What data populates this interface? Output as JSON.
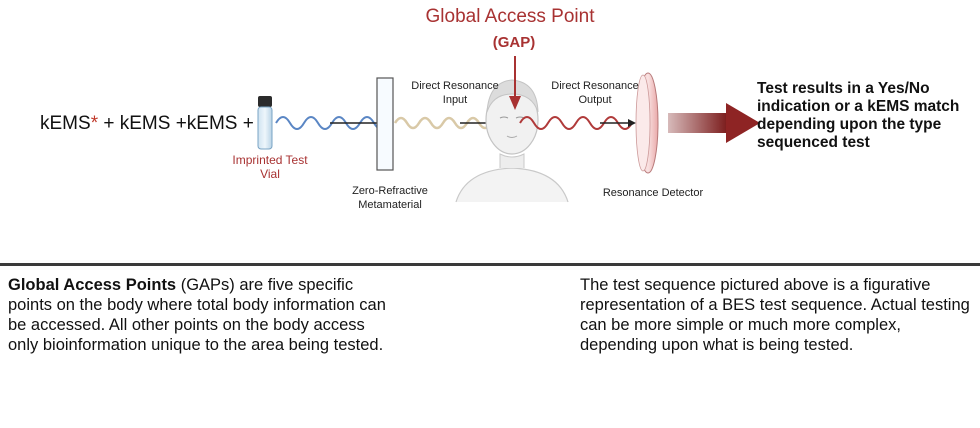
{
  "diagram": {
    "gap_title": "Global Access Point",
    "gap_abbr": "(GAP)",
    "formula_part1": "kEMS",
    "formula_star": "*",
    "formula_part2": " + kEMS +kEMS +",
    "vial_label_line1": "Imprinted Test",
    "vial_label_line2": "Vial",
    "metamaterial_line1": "Zero-Refractive",
    "metamaterial_line2": "Metamaterial",
    "dr_input_line1": "Direct Resonance",
    "dr_input_line2": "Input",
    "dr_output_line1": "Direct Resonance",
    "dr_output_line2": "Output",
    "detector_label": "Resonance Detector",
    "result_text": "Test results in a Yes/No indication or a kEMS match depending upon the type sequenced test",
    "colors": {
      "accent_red": "#a83232",
      "wave_blue": "#5a86c4",
      "wave_tan": "#d9c9a7",
      "wave_red": "#b03a3a",
      "arrow_red": "#8e2424"
    }
  },
  "text": {
    "left_bold": "Global Access Points",
    "left_rest": " (GAPs) are five specific points on the body where total body information can be accessed. All other points on the body access only bioinformation unique to the area being tested.",
    "right": "The test sequence pictured above is a figurative representation of a BES test sequence. Actual testing can be more simple or much more complex, depending upon what is being tested."
  }
}
